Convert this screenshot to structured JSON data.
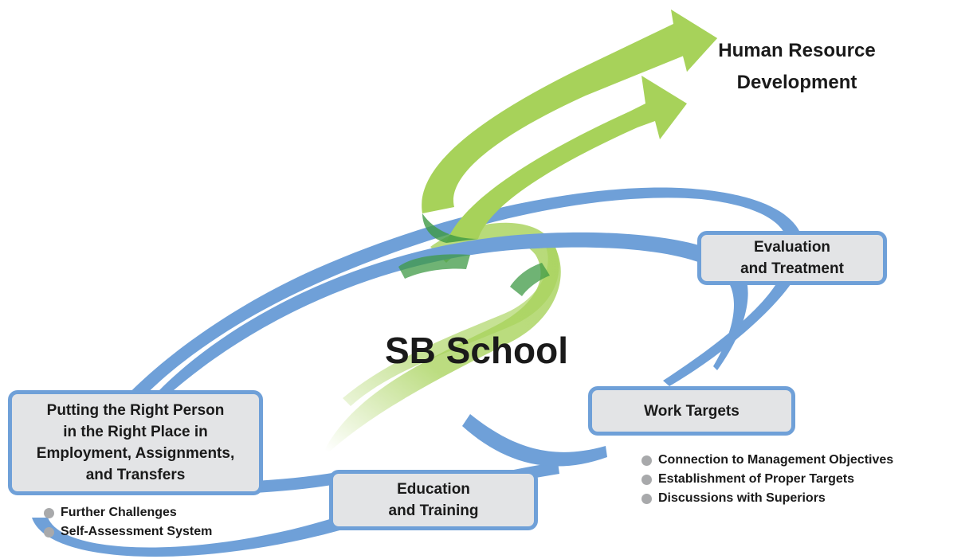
{
  "title_main": "SB School",
  "goal": {
    "line1": "Human Resource",
    "line2": "Development"
  },
  "boxes": {
    "evaluation": {
      "line1": "Evaluation",
      "line2": "and Treatment"
    },
    "work_targets": {
      "line1": "Work Targets"
    },
    "education": {
      "line1": "Education",
      "line2": "and Training"
    },
    "placement": {
      "line1": "Putting the Right Person",
      "line2": "in the Right Place in",
      "line3": "Employment, Assignments,",
      "line4": "and Transfers"
    }
  },
  "work_targets_points": [
    "Connection to Management Objectives",
    "Establishment of Proper Targets",
    "Discussions with Superiors"
  ],
  "placement_points": [
    "Further Challenges",
    "Self-Assessment System"
  ],
  "colors": {
    "cycle_blue": "#6fa0d8",
    "box_fill": "#e3e4e6",
    "arrow_green": "#a7d25a",
    "overlap_green": "#3f9a45",
    "bullet_gray": "#a8a9ab"
  },
  "icons": {
    "bullet": "circle-bullet-icon",
    "arrow": "upward-arrow-icon"
  }
}
